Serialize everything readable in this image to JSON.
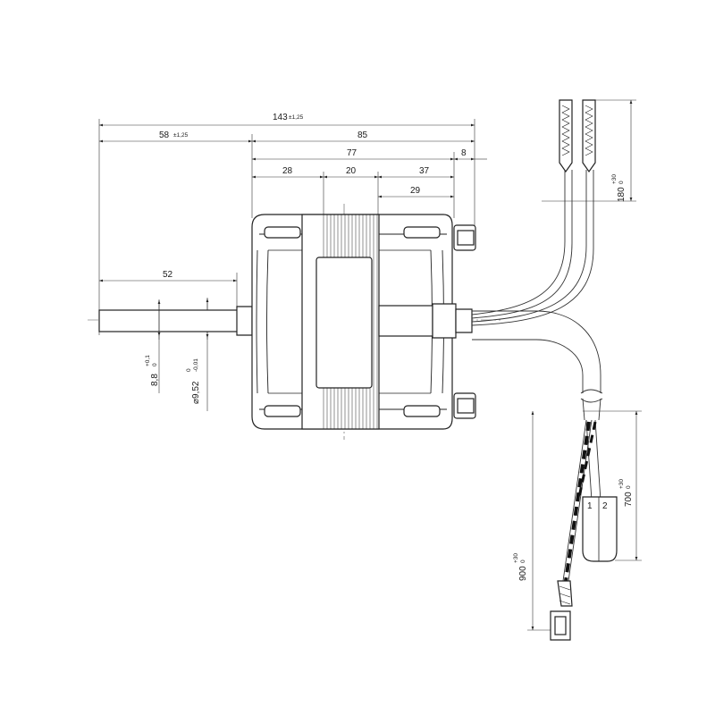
{
  "dimensions": {
    "overall_length": {
      "value": "143",
      "tolerance": "±1,25"
    },
    "shaft_to_frame": {
      "value": "58",
      "tolerance": "±1,25"
    },
    "frame_length": {
      "value": "85"
    },
    "body_length": {
      "value": "77"
    },
    "terminal_offset": {
      "value": "8"
    },
    "left_section": {
      "value": "28"
    },
    "lamination": {
      "value": "20"
    },
    "right_section": {
      "value": "37"
    },
    "right_inner": {
      "value": "29"
    },
    "shaft_length": {
      "value": "52"
    },
    "flat": {
      "value": "8,8",
      "tol_upper": "+0,1",
      "tol_lower": "0"
    },
    "shaft_diameter": {
      "value": "⌀9,52",
      "tol_upper": "0",
      "tol_lower": "-0,01"
    },
    "lead_short": {
      "value": "180",
      "tol_upper": "+30",
      "tol_lower": "0"
    },
    "lead_medium": {
      "value": "700",
      "tol_upper": "+30",
      "tol_lower": "0"
    },
    "lead_long": {
      "value": "900",
      "tol_upper": "+30",
      "tol_lower": "0"
    }
  },
  "connector": {
    "pin1": "1",
    "pin2": "2"
  }
}
